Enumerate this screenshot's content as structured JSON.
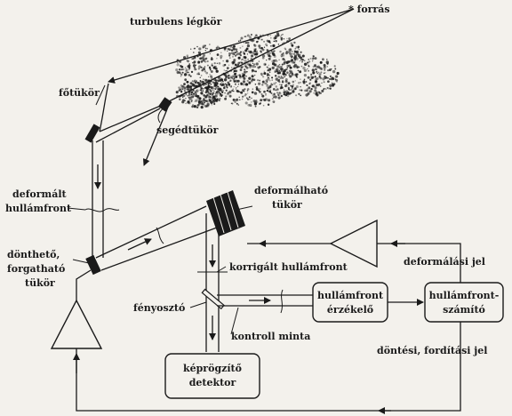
{
  "labels": {
    "turbulens": "turbulens légkör",
    "forras": "* forrás",
    "fotukor": "főtükör",
    "segedtukor": "segédtükör",
    "deformalt_1": "deformált",
    "deformalt_2": "hullámfront",
    "deformalhato_1": "deformálható",
    "deformalhato_2": "tükör",
    "donthetö_1": "dönthető,",
    "donthetö_2": "forgatható",
    "donthetö_3": "tükör",
    "korrigalt": "korrigált hullámfront",
    "deformalasi_jel": "deformálási jel",
    "fenyoszto": "fényosztó",
    "kontroll": "kontroll minta",
    "dontesi_jel": "döntési, fordítási jel"
  },
  "boxes": {
    "erzekelo_1": "hullámfront",
    "erzekelo_2": "érzékelő",
    "szamito_1": "hullámfront-",
    "szamito_2": "számító",
    "detektor_1": "képrögzítő",
    "detektor_2": "detektor"
  },
  "colors": {
    "ink": "#1a1a1a",
    "paper": "#f3f1ec"
  }
}
